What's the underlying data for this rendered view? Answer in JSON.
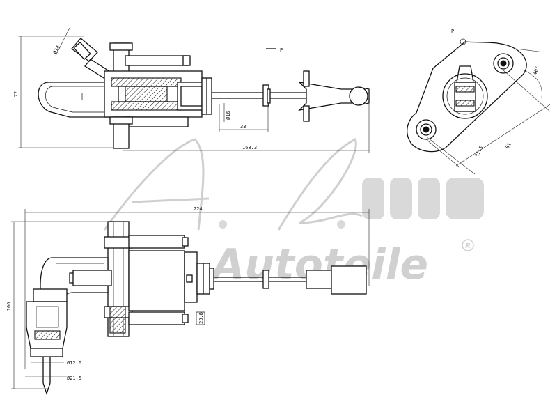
{
  "watermark": {
    "script": "A.L.",
    "brand": "Autoteile",
    "registered_symbol": "R"
  },
  "view_top": {
    "port_dia": "Ø14",
    "height": "72",
    "rod_dia": "Ø16",
    "stroke": "33",
    "overall_length": "168.3",
    "arrow_label": "P"
  },
  "view_flange": {
    "arrow_label": "P",
    "angle": "40°",
    "hole_spacing": "31.5",
    "flange_width": "61"
  },
  "view_side": {
    "overall_length": "224",
    "height": "106",
    "bore_mark": "23.8",
    "hose_dia_1": "Ø12.0",
    "hose_dia_2": "Ø21.5"
  },
  "colors": {
    "line": "#111111",
    "watermark": "#d0d0d0"
  }
}
